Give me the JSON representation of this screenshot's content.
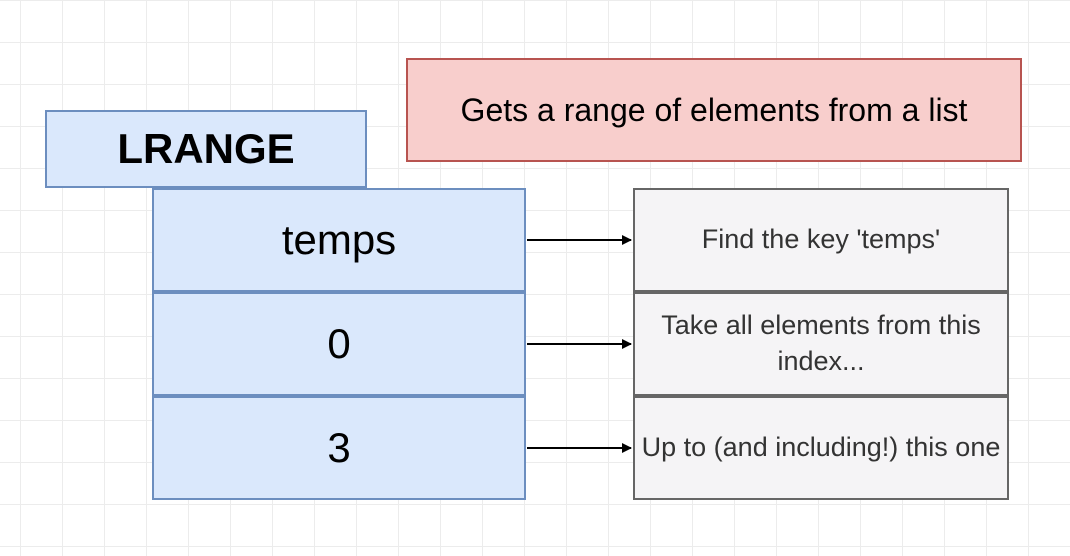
{
  "command": {
    "name": "LRANGE",
    "description": "Gets a range of elements from a list"
  },
  "arguments": [
    {
      "value": "temps",
      "note": "Find the key 'temps'"
    },
    {
      "value": "0",
      "note": "Take all elements from this index..."
    },
    {
      "value": "3",
      "note": "Up to (and including!) this one"
    }
  ],
  "colors": {
    "command_fill": "#dae8fc",
    "command_border": "#6c8ebf",
    "description_fill": "#f8cecc",
    "description_border": "#b85450",
    "note_fill": "#f5f4f6",
    "note_border": "#666666"
  }
}
